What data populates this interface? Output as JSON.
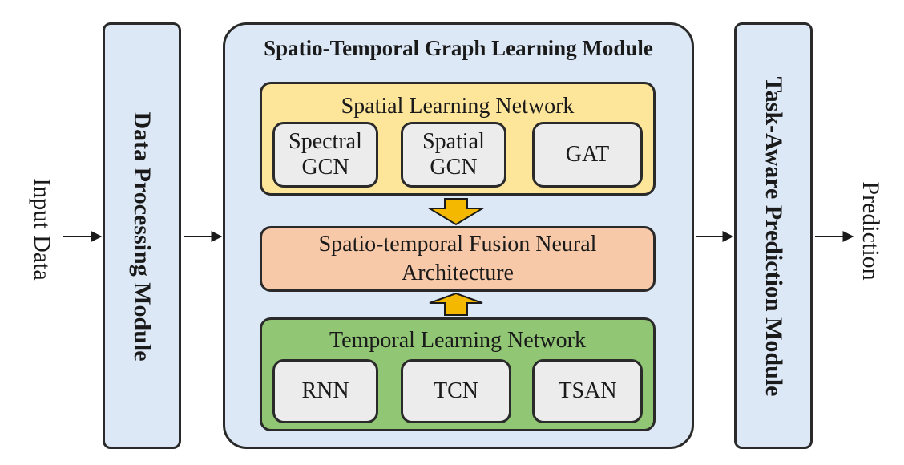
{
  "input_label": "Input Data",
  "output_label": "Prediction",
  "data_processing": {
    "label": "Data Processing Module"
  },
  "task_aware": {
    "label": "Task-Aware Prediction Module"
  },
  "main_module": {
    "title": "Spatio-Temporal Graph Learning Module",
    "spatial": {
      "title": "Spatial Learning Network",
      "items": [
        "Spectral\nGCN",
        "Spatial\nGCN",
        "GAT"
      ]
    },
    "fusion": {
      "label": "Spatio-temporal Fusion Neural\nArchitecture"
    },
    "temporal": {
      "title": "Temporal Learning Network",
      "items": [
        "RNN",
        "TCN",
        "TSAN"
      ]
    }
  },
  "colors": {
    "module_fill": "#dce8f5",
    "spatial_fill": "#fde59a",
    "fusion_fill": "#f8c9a8",
    "temporal_fill": "#90c674",
    "sub_box_fill": "#ececec",
    "arrow_fill": "#f5b800"
  }
}
